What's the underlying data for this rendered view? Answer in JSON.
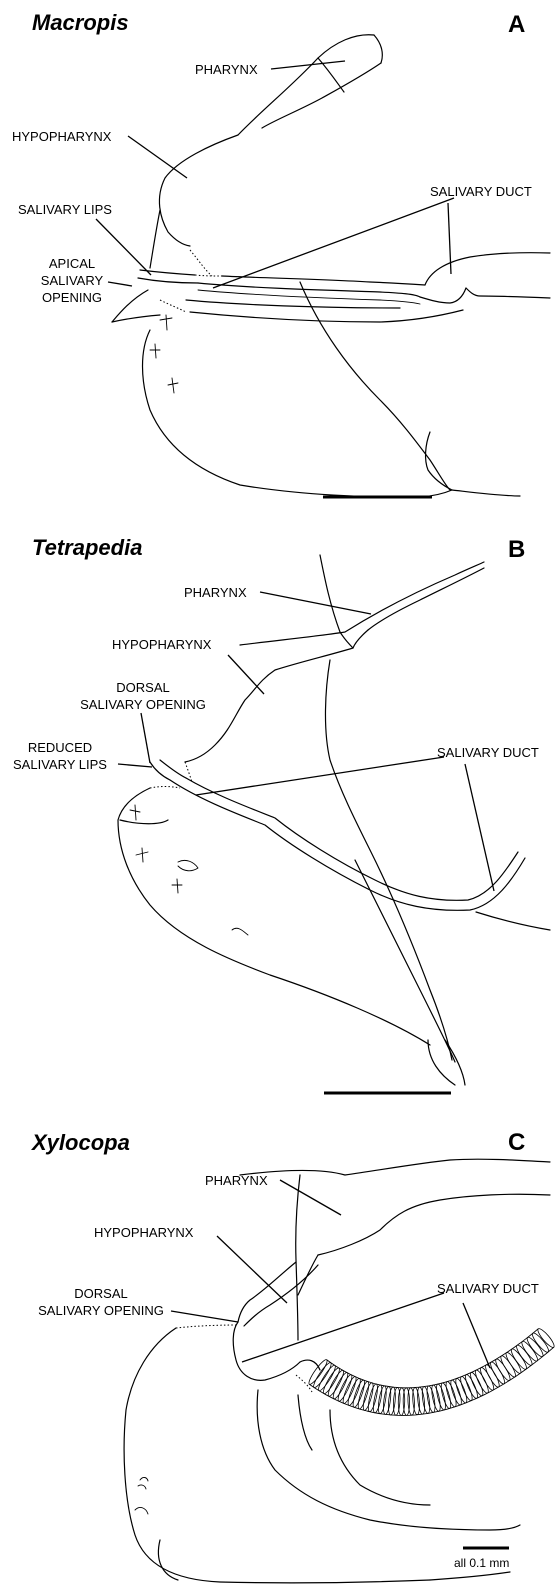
{
  "panels": [
    {
      "title": "Macropis",
      "letter": "A",
      "labels": {
        "pharynx": "PHARYNX",
        "hypopharynx": "HYPOPHARYNX",
        "salivary_lips": "SALIVARY LIPS",
        "apical_opening": [
          "APICAL",
          "SALIVARY",
          "OPENING"
        ],
        "salivary_duct": "SALIVARY DUCT"
      }
    },
    {
      "title": "Tetrapedia",
      "letter": "B",
      "labels": {
        "pharynx": "PHARYNX",
        "hypopharynx": "HYPOPHARYNX",
        "dorsal_opening": [
          "DORSAL",
          "SALIVARY OPENING"
        ],
        "reduced_lips": [
          "REDUCED",
          "SALIVARY LIPS"
        ],
        "salivary_duct": "SALIVARY DUCT"
      }
    },
    {
      "title": "Xylocopa",
      "letter": "C",
      "labels": {
        "pharynx": "PHARYNX",
        "hypopharynx": "HYPOPHARYNX",
        "dorsal_opening": [
          "DORSAL",
          "SALIVARY OPENING"
        ],
        "salivary_duct": "SALIVARY DUCT"
      }
    }
  ],
  "scale_label": "all 0.1 mm"
}
